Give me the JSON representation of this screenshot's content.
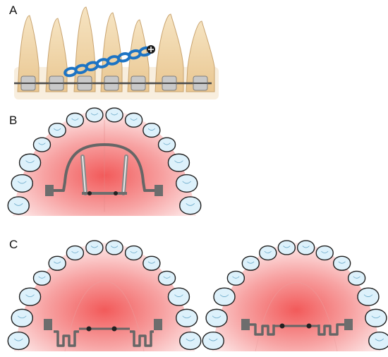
{
  "panels": {
    "a": {
      "label": "A"
    },
    "b": {
      "label": "B"
    },
    "c": {
      "label": "C"
    }
  },
  "colors": {
    "palate_center": "#f25a5a",
    "palate_edge": "#fde8e8",
    "tooth_fill": "#ddf1fb",
    "tooth_stroke": "#1f1f1f",
    "tooth_body": "#f1d6a7",
    "chain": "#1d74c4",
    "wire": "#555555",
    "appliance_metal": "#6d6d6d",
    "crown_highlight": "#b9b9b9"
  },
  "icons": [
    "tooth-icon",
    "bracket-icon",
    "elastic-chain-icon",
    "expansion-screw-icon",
    "palatal-arch-icon",
    "spring-loop-icon"
  ]
}
